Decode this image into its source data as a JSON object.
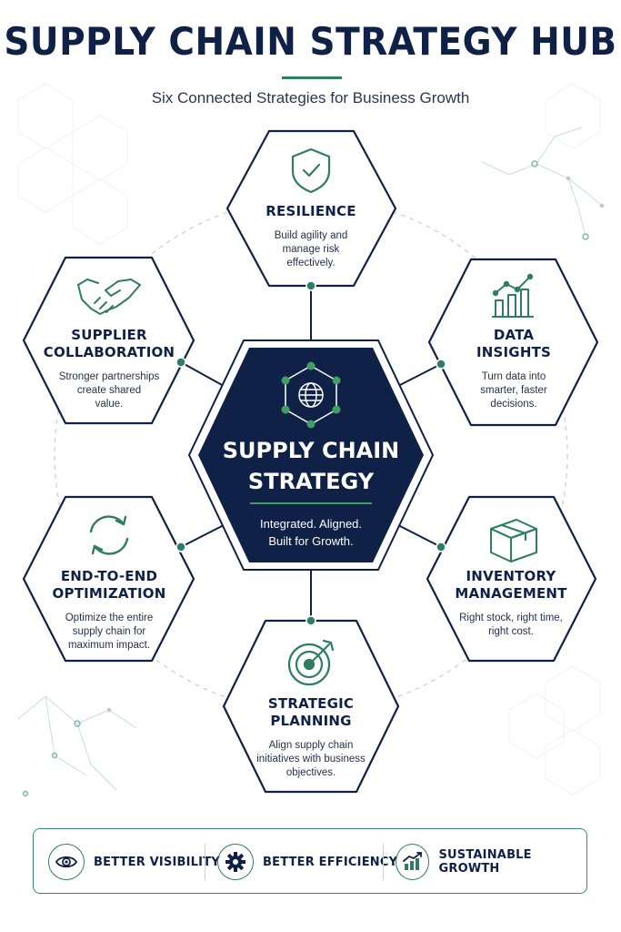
{
  "header": {
    "title": "SUPPLY CHAIN STRATEGY HUB",
    "subtitle": "Six Connected Strategies for Business Growth"
  },
  "center": {
    "title_line1": "SUPPLY CHAIN",
    "title_line2": "STRATEGY",
    "desc_line1": "Integrated. Aligned.",
    "desc_line2": "Built for Growth.",
    "icon": "network-globe-icon"
  },
  "strategies": [
    {
      "title": [
        "RESILIENCE"
      ],
      "desc": [
        "Build agility and",
        "manage risk",
        "effectively."
      ],
      "icon": "shield-check-icon"
    },
    {
      "title": [
        "DATA",
        "INSIGHTS"
      ],
      "desc": [
        "Turn data into",
        "smarter, faster",
        "decisions."
      ],
      "icon": "bar-chart-icon"
    },
    {
      "title": [
        "INVENTORY",
        "MANAGEMENT"
      ],
      "desc": [
        "Right stock, right time,",
        "right cost."
      ],
      "icon": "box-icon"
    },
    {
      "title": [
        "STRATEGIC",
        "PLANNING"
      ],
      "desc": [
        "Align supply chain",
        "initiatives with business",
        "objectives."
      ],
      "icon": "target-icon"
    },
    {
      "title": [
        "END-TO-END",
        "OPTIMIZATION"
      ],
      "desc": [
        "Optimize the entire",
        "supply chain for",
        "maximum impact."
      ],
      "icon": "refresh-cycle-icon"
    },
    {
      "title": [
        "SUPPLIER",
        "COLLABORATION"
      ],
      "desc": [
        "Stronger partnerships",
        "create shared",
        "value."
      ],
      "icon": "handshake-icon"
    }
  ],
  "benefits": [
    {
      "label": "BETTER VISIBILITY",
      "icon": "eye-icon"
    },
    {
      "label": "BETTER EFFICIENCY",
      "icon": "gear-icon"
    },
    {
      "label": "SUSTAINABLE GROWTH",
      "icon": "growth-chart-icon"
    }
  ],
  "colors": {
    "navy": "#0f2147",
    "green": "#2f7d63",
    "accent_green": "#3f9e63"
  }
}
